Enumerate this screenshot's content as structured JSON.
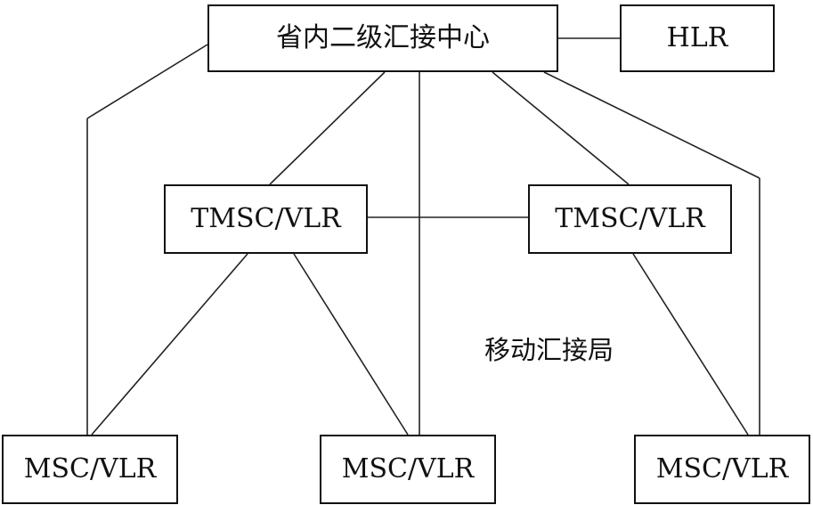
{
  "nodes": {
    "center": "省内二级汇接中心",
    "hlr": "HLR",
    "tmsc_left": "TMSC/VLR",
    "tmsc_right": "TMSC/VLR",
    "msc_left": "MSC/VLR",
    "msc_middle": "MSC/VLR",
    "msc_right": "MSC/VLR"
  },
  "labels": {
    "region": "移动汇接局"
  }
}
